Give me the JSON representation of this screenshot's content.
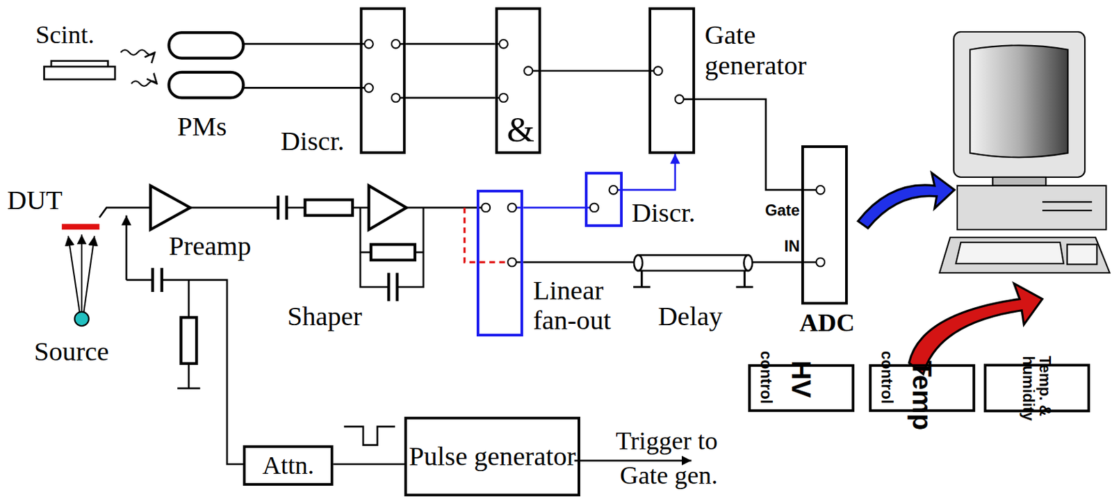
{
  "diagram": {
    "nodes": [
      {
        "text": [
          "Discr."
        ]
      },
      {
        "text": [
          "&"
        ]
      },
      {
        "text": [
          "Gate generator"
        ]
      },
      {
        "text": [
          "Discr."
        ]
      },
      {
        "text": [
          "Linear fan-out"
        ]
      },
      {
        "text": [
          "Gate",
          "IN",
          "ADC"
        ]
      },
      {
        "text": [
          "Attn."
        ]
      },
      {
        "text": [
          "Pulse generator"
        ]
      },
      {
        "text": [
          "HV",
          "control"
        ]
      },
      {
        "text": [
          "Temp",
          "control"
        ]
      },
      {
        "text": [
          "Temp. & humidity"
        ]
      }
    ],
    "edges": [
      {
        "from": 0,
        "to": 1,
        "arrow": "none"
      },
      {
        "from": 0,
        "to": 1,
        "arrow": "none"
      },
      {
        "from": 1,
        "to": 2,
        "arrow": "none"
      },
      {
        "from": 2,
        "to": 5,
        "arrow": "none"
      },
      {
        "from": 4,
        "to": 3,
        "arrow": "none"
      },
      {
        "from": 3,
        "to": 2,
        "arrow": "to"
      },
      {
        "from": 4,
        "to": 5,
        "arrow": "none"
      },
      {
        "from": 7,
        "to": 6,
        "arrow": "none"
      }
    ],
    "labels": [
      "Scint.",
      "PMs",
      "DUT",
      "Source",
      "Preamp",
      "Shaper",
      "Delay",
      "Trigger to Gate gen."
    ]
  }
}
